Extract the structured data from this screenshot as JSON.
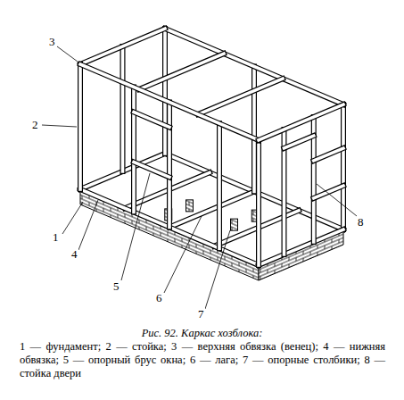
{
  "diagram": {
    "caption": "Рис. 92. Каркас хозблока:",
    "labels": [
      "1",
      "2",
      "3",
      "4",
      "5",
      "6",
      "7",
      "8",
      "1 — фундамент; 2 — стойка; 3 — верхняя обвязка (венец); 4 — нижняя обвязка; 5 — опорный брус окна; 6 — лага; 7 — опорные столбики; 8 — стойка двери"
    ]
  }
}
